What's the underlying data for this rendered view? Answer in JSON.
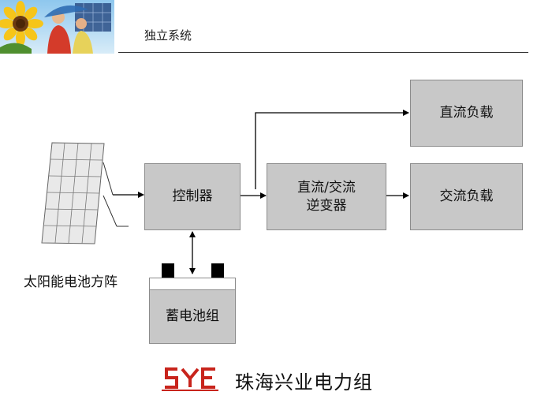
{
  "header": {
    "title": "独立系统"
  },
  "diagram": {
    "solar_array_label": "太阳能电池方阵",
    "controller_label": "控制器",
    "inverter_line1": "直流/交流",
    "inverter_line2": "逆变器",
    "dc_load_label": "直流负载",
    "ac_load_label": "交流负载",
    "battery_label": "蓄电池组"
  },
  "footer": {
    "company_name": "珠海兴业电力组"
  },
  "colors": {
    "box_fill": "#c8c8c8",
    "logo_red": "#c8241c"
  }
}
